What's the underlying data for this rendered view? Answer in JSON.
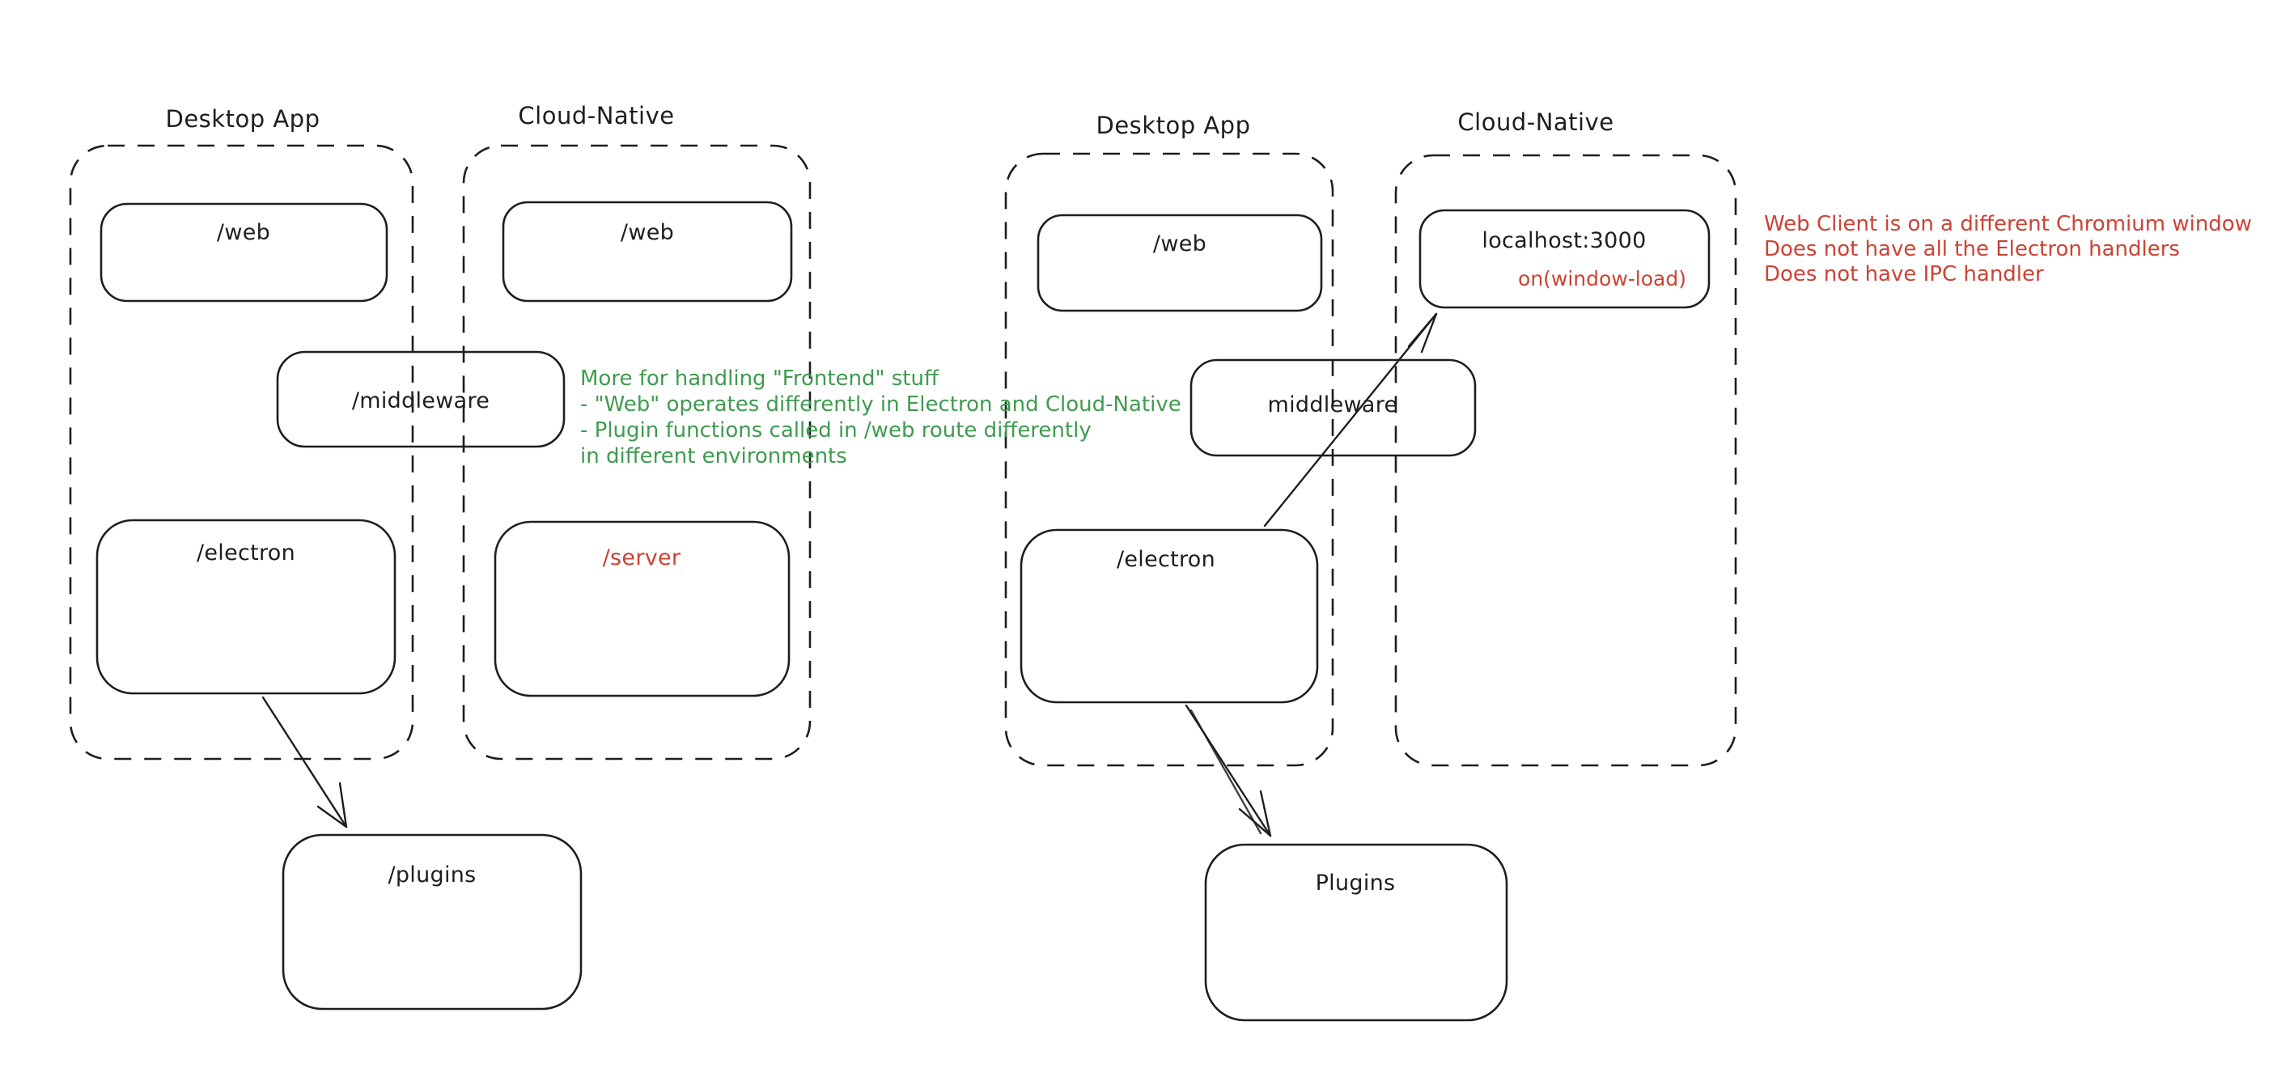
{
  "colors": {
    "ink": "#1e1e1e",
    "red": "#cb4335",
    "green": "#3f9b4f",
    "background": "#ffffff"
  },
  "left_diagram": {
    "desktop_app_label": "Desktop App",
    "cloud_native_label": "Cloud-Native",
    "desktop_web_label": "/web",
    "cloud_web_label": "/web",
    "middleware_label": "/middleware",
    "electron_label": "/electron",
    "server_label": "/server",
    "plugins_label": "/plugins",
    "note": {
      "color": "#3f9b4f",
      "lines": [
        "More for handling \"Frontend\" stuff",
        "- \"Web\" operates differently in Electron and Cloud-Native",
        "- Plugin functions called in /web route differently",
        "in different environments"
      ]
    }
  },
  "right_diagram": {
    "desktop_app_label": "Desktop App",
    "cloud_native_label": "Cloud-Native",
    "desktop_web_label": "/web",
    "localhost_label": "localhost:3000",
    "localhost_annotation": "on(window-load)",
    "middleware_label": "middleware",
    "electron_label": "/electron",
    "plugins_label": "Plugins",
    "note": {
      "color": "#cb4335",
      "lines": [
        "Web Client is on a different Chromium window",
        "Does not have all the Electron handlers",
        "Does not have IPC handler"
      ]
    }
  }
}
